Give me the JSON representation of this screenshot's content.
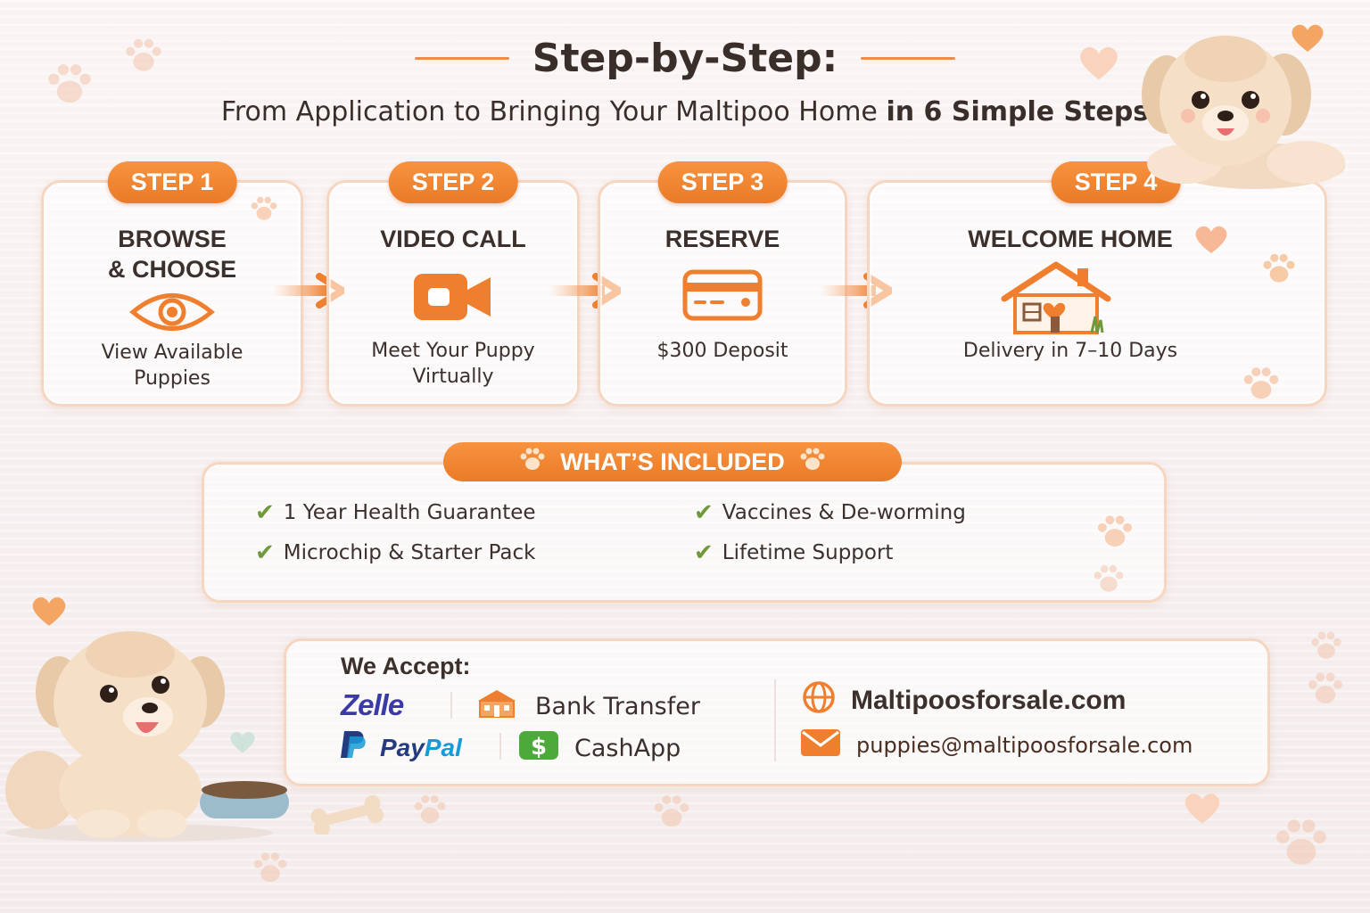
{
  "header": {
    "title": "Step-by-Step:",
    "subtitle_main": "From Application to Bringing Your Maltipoo Home",
    "subtitle_bold": "in 6 Simple Steps"
  },
  "steps": [
    {
      "badge": "STEP 1",
      "heading_line1": "BROWSE",
      "heading_line2": "& CHOOSE",
      "icon": "eye-icon",
      "desc_line1": "View Available",
      "desc_line2": "Puppies"
    },
    {
      "badge": "STEP 2",
      "heading_line1": "VIDEO CALL",
      "heading_line2": "",
      "icon": "video-camera-icon",
      "desc_line1": "Meet Your Puppy",
      "desc_line2": "Virtually"
    },
    {
      "badge": "STEP 3",
      "heading_line1": "RESERVE",
      "heading_line2": "",
      "icon": "credit-card-icon",
      "desc_line1": "$300 Deposit",
      "desc_line2": ""
    },
    {
      "badge": "STEP 4",
      "heading_line1": "WELCOME HOME",
      "heading_line2": "",
      "icon": "house-heart-icon",
      "desc_line1": "Delivery in 7–10 Days",
      "desc_line2": ""
    }
  ],
  "included": {
    "title": "WHAT’S INCLUDED",
    "items": [
      "1 Year Health Guarantee",
      "Vaccines & De-worming",
      "Microchip & Starter Pack",
      "Lifetime Support"
    ]
  },
  "payment": {
    "title": "We Accept:",
    "zelle": "Zelle",
    "bank_transfer": "Bank Transfer",
    "paypal_a": "Pay",
    "paypal_b": "Pal",
    "cashapp": "CashApp"
  },
  "contact": {
    "website": "Maltipoosforsale.com",
    "email": "puppies@maltipoosforsale.com"
  },
  "colors": {
    "accent": "#ef7f2e",
    "check": "#6e9a3a",
    "card_border": "#f6d6c0",
    "text": "#3b302c"
  }
}
